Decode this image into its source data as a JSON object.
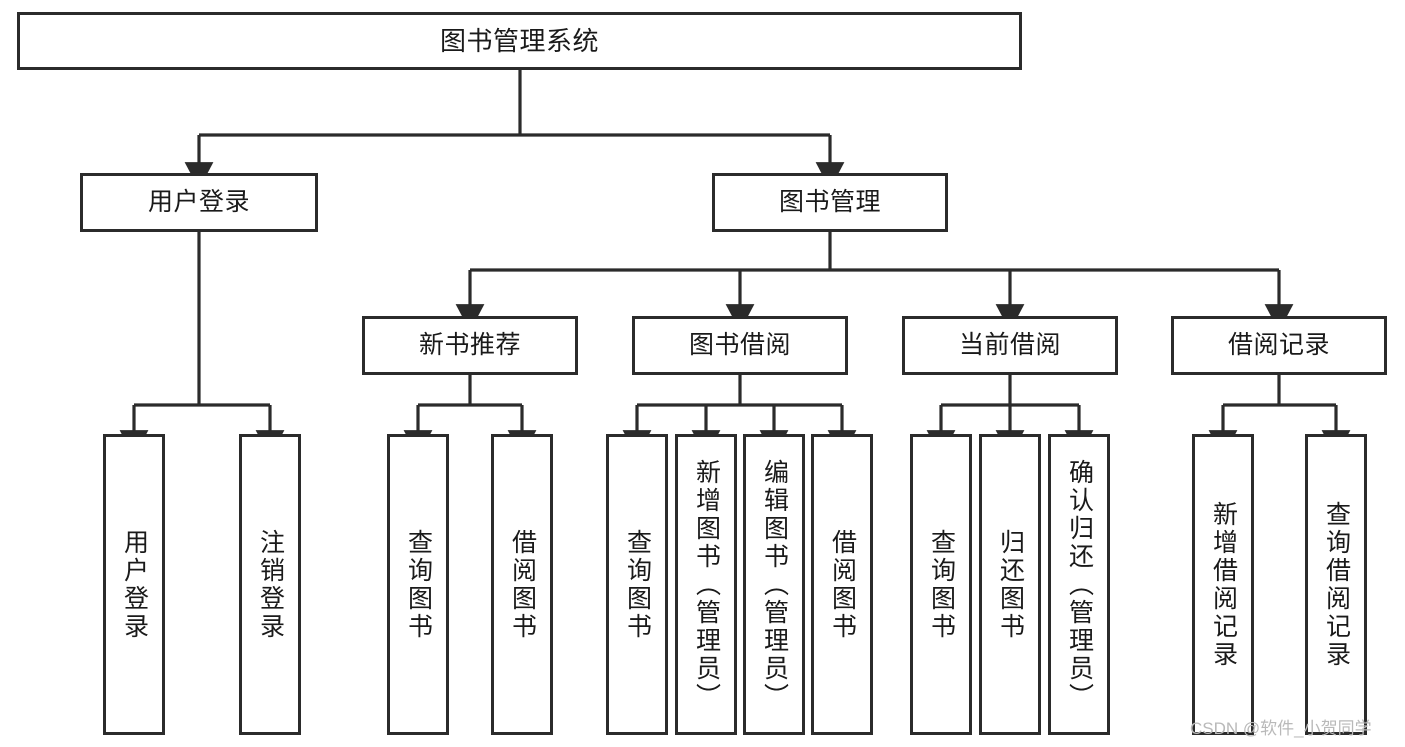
{
  "diagram": {
    "title": "图书管理系统",
    "type": "tree-hierarchy",
    "watermark": "CSDN @软件_小贺同学",
    "colors": {
      "box_border": "#2b2b2b",
      "box_fill": "#ffffff",
      "connector": "#2b2b2b",
      "text": "#1a1a1a",
      "watermark": "#b9b9b9",
      "background": "#ffffff"
    },
    "root": {
      "label": "图书管理系统"
    },
    "level1": [
      {
        "label": "用户登录"
      },
      {
        "label": "图书管理"
      }
    ],
    "level2": [
      {
        "label": "新书推荐"
      },
      {
        "label": "图书借阅"
      },
      {
        "label": "当前借阅"
      },
      {
        "label": "借阅记录"
      }
    ],
    "leaves_user_login": [
      {
        "label": "用户登录"
      },
      {
        "label": "注销登录"
      }
    ],
    "leaves_new_book": [
      {
        "label": "查询图书"
      },
      {
        "label": "借阅图书"
      }
    ],
    "leaves_borrow": [
      {
        "label": "查询图书"
      },
      {
        "label": "新增图书（管理员）"
      },
      {
        "label": "编辑图书（管理员）"
      },
      {
        "label": "借阅图书"
      }
    ],
    "leaves_current": [
      {
        "label": "查询图书"
      },
      {
        "label": "归还图书"
      },
      {
        "label": "确认归还（管理员）"
      }
    ],
    "leaves_records": [
      {
        "label": "新增借阅记录"
      },
      {
        "label": "查询借阅记录"
      }
    ]
  }
}
